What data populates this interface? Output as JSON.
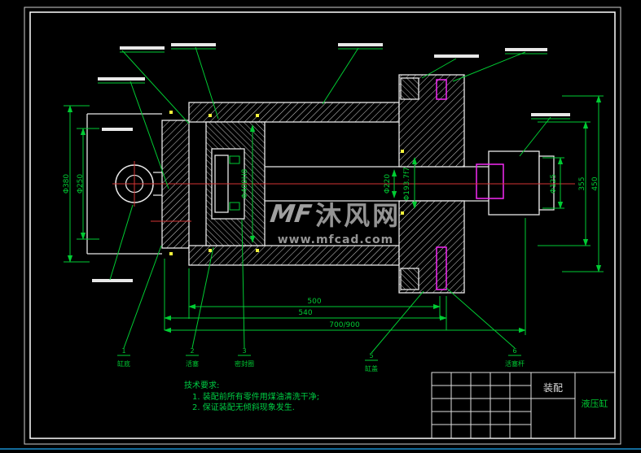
{
  "colors": {
    "background": "#000000",
    "geometry_white": "#e8e8e8",
    "dimension_green": "#00cc33",
    "centerline_red": "#d43535",
    "detail_magenta": "#f52bf5",
    "seal_yellow": "#f5f53c",
    "watermark_gray": "#a9a9a9",
    "bottom_bar_blue": "#136b9b"
  },
  "watermark": {
    "logo_text": "MF",
    "site_name": "沐风网",
    "site_url": "www.mfcad.com"
  },
  "tech_requirements": {
    "title": "技术要求:",
    "items": [
      "1. 装配前所有零件用煤油清洗干净;",
      "2. 保证装配无倾斜现象发生."
    ]
  },
  "title_block": {
    "assembly_label": "装配",
    "part_name": "液压缸"
  },
  "dimensions": {
    "left_outer": "Φ380",
    "left_inner": "Φ250",
    "bore": "Φ400H8",
    "rod": "Φ220",
    "gland": "Φ193.7f7",
    "rod_end": "Φ125",
    "right_inner": "355",
    "right_outer": "450",
    "length_tube": "500",
    "length_mid": "540",
    "length_overall": "700/900"
  },
  "callouts": [
    {
      "num": "1",
      "label": "缸底"
    },
    {
      "num": "2",
      "label": "活塞"
    },
    {
      "num": "3",
      "label": "密封圈"
    },
    {
      "num": "5",
      "label": "缸盖"
    },
    {
      "num": "6",
      "label": "活塞杆"
    }
  ]
}
